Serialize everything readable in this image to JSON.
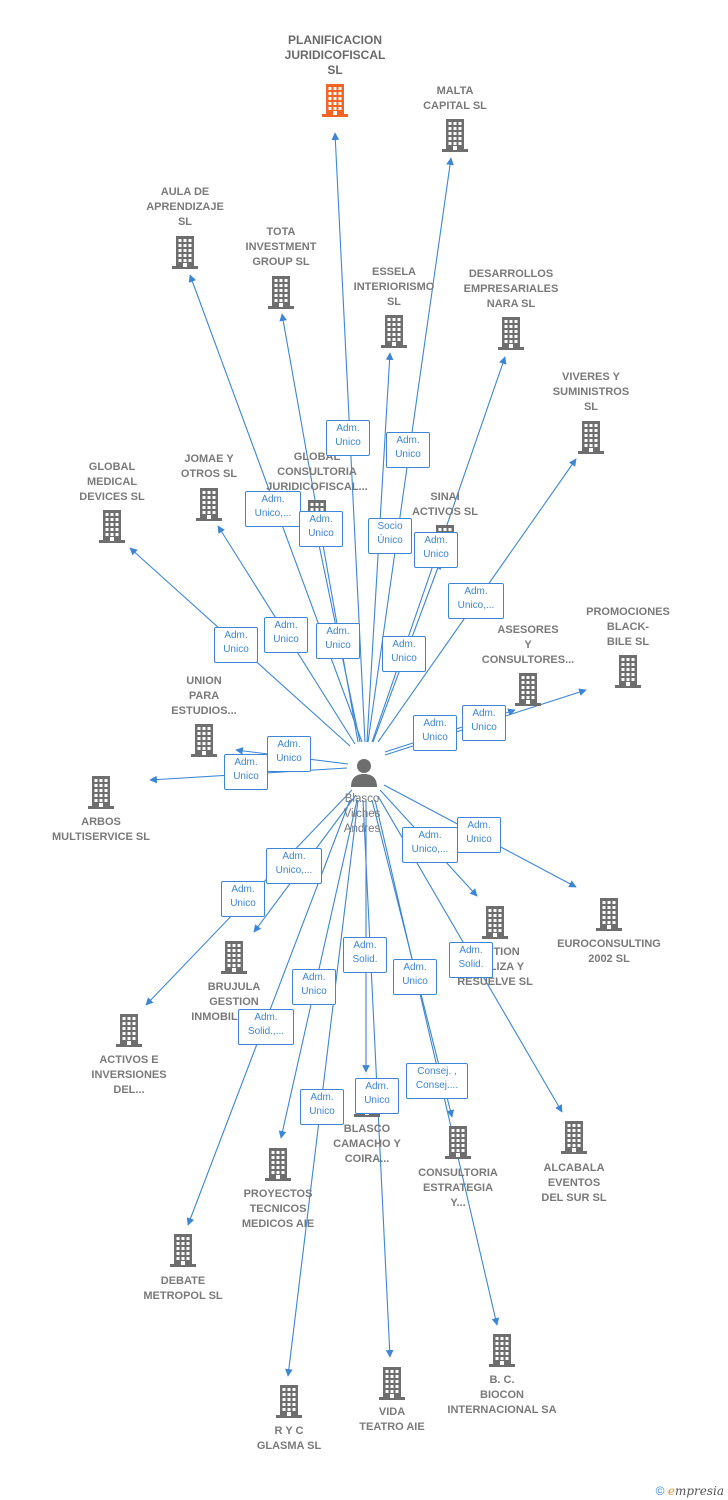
{
  "colors": {
    "edge": "#3d86d6",
    "building": "#6e6e6e",
    "highlight": "#f26522",
    "person": "#6e6e6e"
  },
  "person": {
    "name_lines": [
      "Blasco",
      "Vilches",
      "Andres"
    ]
  },
  "companies": [
    {
      "id": "planificacion",
      "lines": [
        "PLANIFICACION",
        "JURIDICOFISCAL",
        "SL"
      ],
      "highlight": true
    },
    {
      "id": "malta",
      "lines": [
        "MALTA",
        "CAPITAL SL"
      ]
    },
    {
      "id": "aula",
      "lines": [
        "AULA DE",
        "APRENDIZAJE",
        "SL"
      ]
    },
    {
      "id": "tota",
      "lines": [
        "TOTA",
        "INVESTMENT",
        "GROUP  SL"
      ]
    },
    {
      "id": "essela",
      "lines": [
        "ESSELA",
        "INTERIORISMO",
        "SL"
      ]
    },
    {
      "id": "desarrollos",
      "lines": [
        "DESARROLLOS",
        "EMPRESARIALES",
        "NARA  SL"
      ]
    },
    {
      "id": "viveres",
      "lines": [
        "VIVERES Y",
        "SUMINISTROS",
        "SL"
      ]
    },
    {
      "id": "global_medical",
      "lines": [
        "GLOBAL",
        "MEDICAL",
        "DEVICES  SL"
      ]
    },
    {
      "id": "jomae",
      "lines": [
        "JOMAE Y",
        "OTROS  SL"
      ]
    },
    {
      "id": "global_consultoria",
      "lines": [
        "GLOBAL",
        "CONSULTORIA",
        "JURIDICOFISCAL..."
      ]
    },
    {
      "id": "sinai",
      "lines": [
        "SINAI",
        "ACTIVOS  SL"
      ]
    },
    {
      "id": "promociones",
      "lines": [
        "PROMOCIONES",
        "BLACK-",
        "BILE  SL"
      ]
    },
    {
      "id": "asesores",
      "lines": [
        "ASESORES",
        "Y",
        "CONSULTORES..."
      ]
    },
    {
      "id": "union",
      "lines": [
        "UNION",
        "PARA",
        "ESTUDIOS..."
      ]
    },
    {
      "id": "arbos",
      "lines": [
        "ARBOS",
        "MULTISERVICE SL"
      ]
    },
    {
      "id": "euroconsulting",
      "lines": [
        "EUROCONSULTING",
        "2002 SL"
      ]
    },
    {
      "id": "gestion",
      "lines": [
        "GESTION",
        "ANALIZA Y",
        "RESUELVE  SL"
      ]
    },
    {
      "id": "brujula",
      "lines": [
        "BRUJULA",
        "GESTION",
        "INMOBILIARIA..."
      ]
    },
    {
      "id": "activos",
      "lines": [
        "ACTIVOS E",
        "INVERSIONES",
        "DEL..."
      ]
    },
    {
      "id": "blasco_camacho",
      "lines": [
        "BLASCO",
        "CAMACHO Y",
        "COIRA..."
      ]
    },
    {
      "id": "consultoria_estrategia",
      "lines": [
        "CONSULTORIA",
        "ESTRATEGIA",
        "Y..."
      ]
    },
    {
      "id": "alcabala",
      "lines": [
        "ALCABALA",
        "EVENTOS",
        "DEL SUR SL"
      ]
    },
    {
      "id": "proyectos",
      "lines": [
        "PROYECTOS",
        "TECNICOS",
        "MEDICOS AIE"
      ]
    },
    {
      "id": "debate",
      "lines": [
        "DEBATE",
        "METROPOL  SL"
      ]
    },
    {
      "id": "biocon",
      "lines": [
        "B. C.",
        "BIOCON",
        "INTERNACIONAL SA"
      ]
    },
    {
      "id": "vida",
      "lines": [
        "VIDA",
        "TEATRO AIE"
      ]
    },
    {
      "id": "ryc",
      "lines": [
        "R Y C",
        "GLASMA  SL"
      ]
    }
  ],
  "relations": [
    {
      "to": "planificacion",
      "lines": [
        "Adm.",
        "Unico"
      ]
    },
    {
      "to": "malta",
      "lines": [
        "Adm.",
        "Unico"
      ]
    },
    {
      "to": "tota",
      "lines": [
        "Adm.",
        "Unico,..."
      ]
    },
    {
      "to": "essela",
      "lines": [
        "Adm.",
        "Unico"
      ]
    },
    {
      "to": "global_consultoria",
      "lines": [
        "Socio",
        "Único"
      ]
    },
    {
      "to": "desarrollos",
      "lines": [
        "Adm.",
        "Unico"
      ]
    },
    {
      "to": "viveres",
      "lines": [
        "Adm.",
        "Unico,..."
      ]
    },
    {
      "to": "global_medical",
      "lines": [
        "Adm.",
        "Unico"
      ]
    },
    {
      "to": "jomae",
      "lines": [
        "Adm.",
        "Unico"
      ]
    },
    {
      "to": "aula",
      "lines": [
        "Adm.",
        "Unico"
      ]
    },
    {
      "to": "sinai",
      "lines": [
        "Adm.",
        "Unico"
      ]
    },
    {
      "to": "asesores",
      "lines": [
        "Adm.",
        "Unico"
      ]
    },
    {
      "to": "promociones",
      "lines": [
        "Adm.",
        "Unico"
      ]
    },
    {
      "to": "union",
      "lines": [
        "Adm.",
        "Unico"
      ]
    },
    {
      "to": "arbos",
      "lines": [
        "Adm.",
        "Unico"
      ]
    },
    {
      "to": "euroconsulting",
      "lines": [
        "Adm.",
        "Unico"
      ]
    },
    {
      "to": "gestion",
      "lines": [
        "Adm.",
        "Unico,..."
      ]
    },
    {
      "to": "activos",
      "lines": [
        "Adm.",
        "Unico"
      ]
    },
    {
      "to": "brujula",
      "lines": [
        "Adm.",
        "Unico,..."
      ]
    },
    {
      "to": "blasco_camacho",
      "lines": [
        "Adm.",
        "Solid."
      ]
    },
    {
      "to": "consultoria_estrategia",
      "lines": [
        "Adm.",
        "Unico"
      ]
    },
    {
      "to": "alcabala",
      "lines": [
        "Adm.",
        "Solid."
      ]
    },
    {
      "to": "proyectos",
      "lines": [
        "Adm.",
        "Unico"
      ]
    },
    {
      "to": "debate",
      "lines": [
        "Adm.",
        "Solid.,..."
      ]
    },
    {
      "to": "biocon",
      "lines": [
        "Consej. ,",
        "Consej...."
      ]
    },
    {
      "to": "vida",
      "lines": [
        "Adm.",
        "Unico"
      ]
    },
    {
      "to": "ryc",
      "lines": [
        "Adm.",
        "Unico"
      ]
    }
  ],
  "footer": {
    "copyright": "©",
    "brand_initial": "e",
    "brand_rest": "mpresia"
  }
}
